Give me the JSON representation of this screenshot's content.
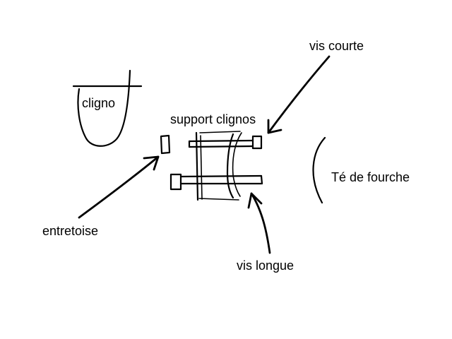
{
  "labels": {
    "cligno": "cligno",
    "support_clignos": "support clignos",
    "vis_courte": "vis courte",
    "te_de_fourche": "Té de fourche",
    "entretoise": "entretoise",
    "vis_longue": "vis longue"
  },
  "colors": {
    "ink": "#000000",
    "background": "#ffffff"
  }
}
